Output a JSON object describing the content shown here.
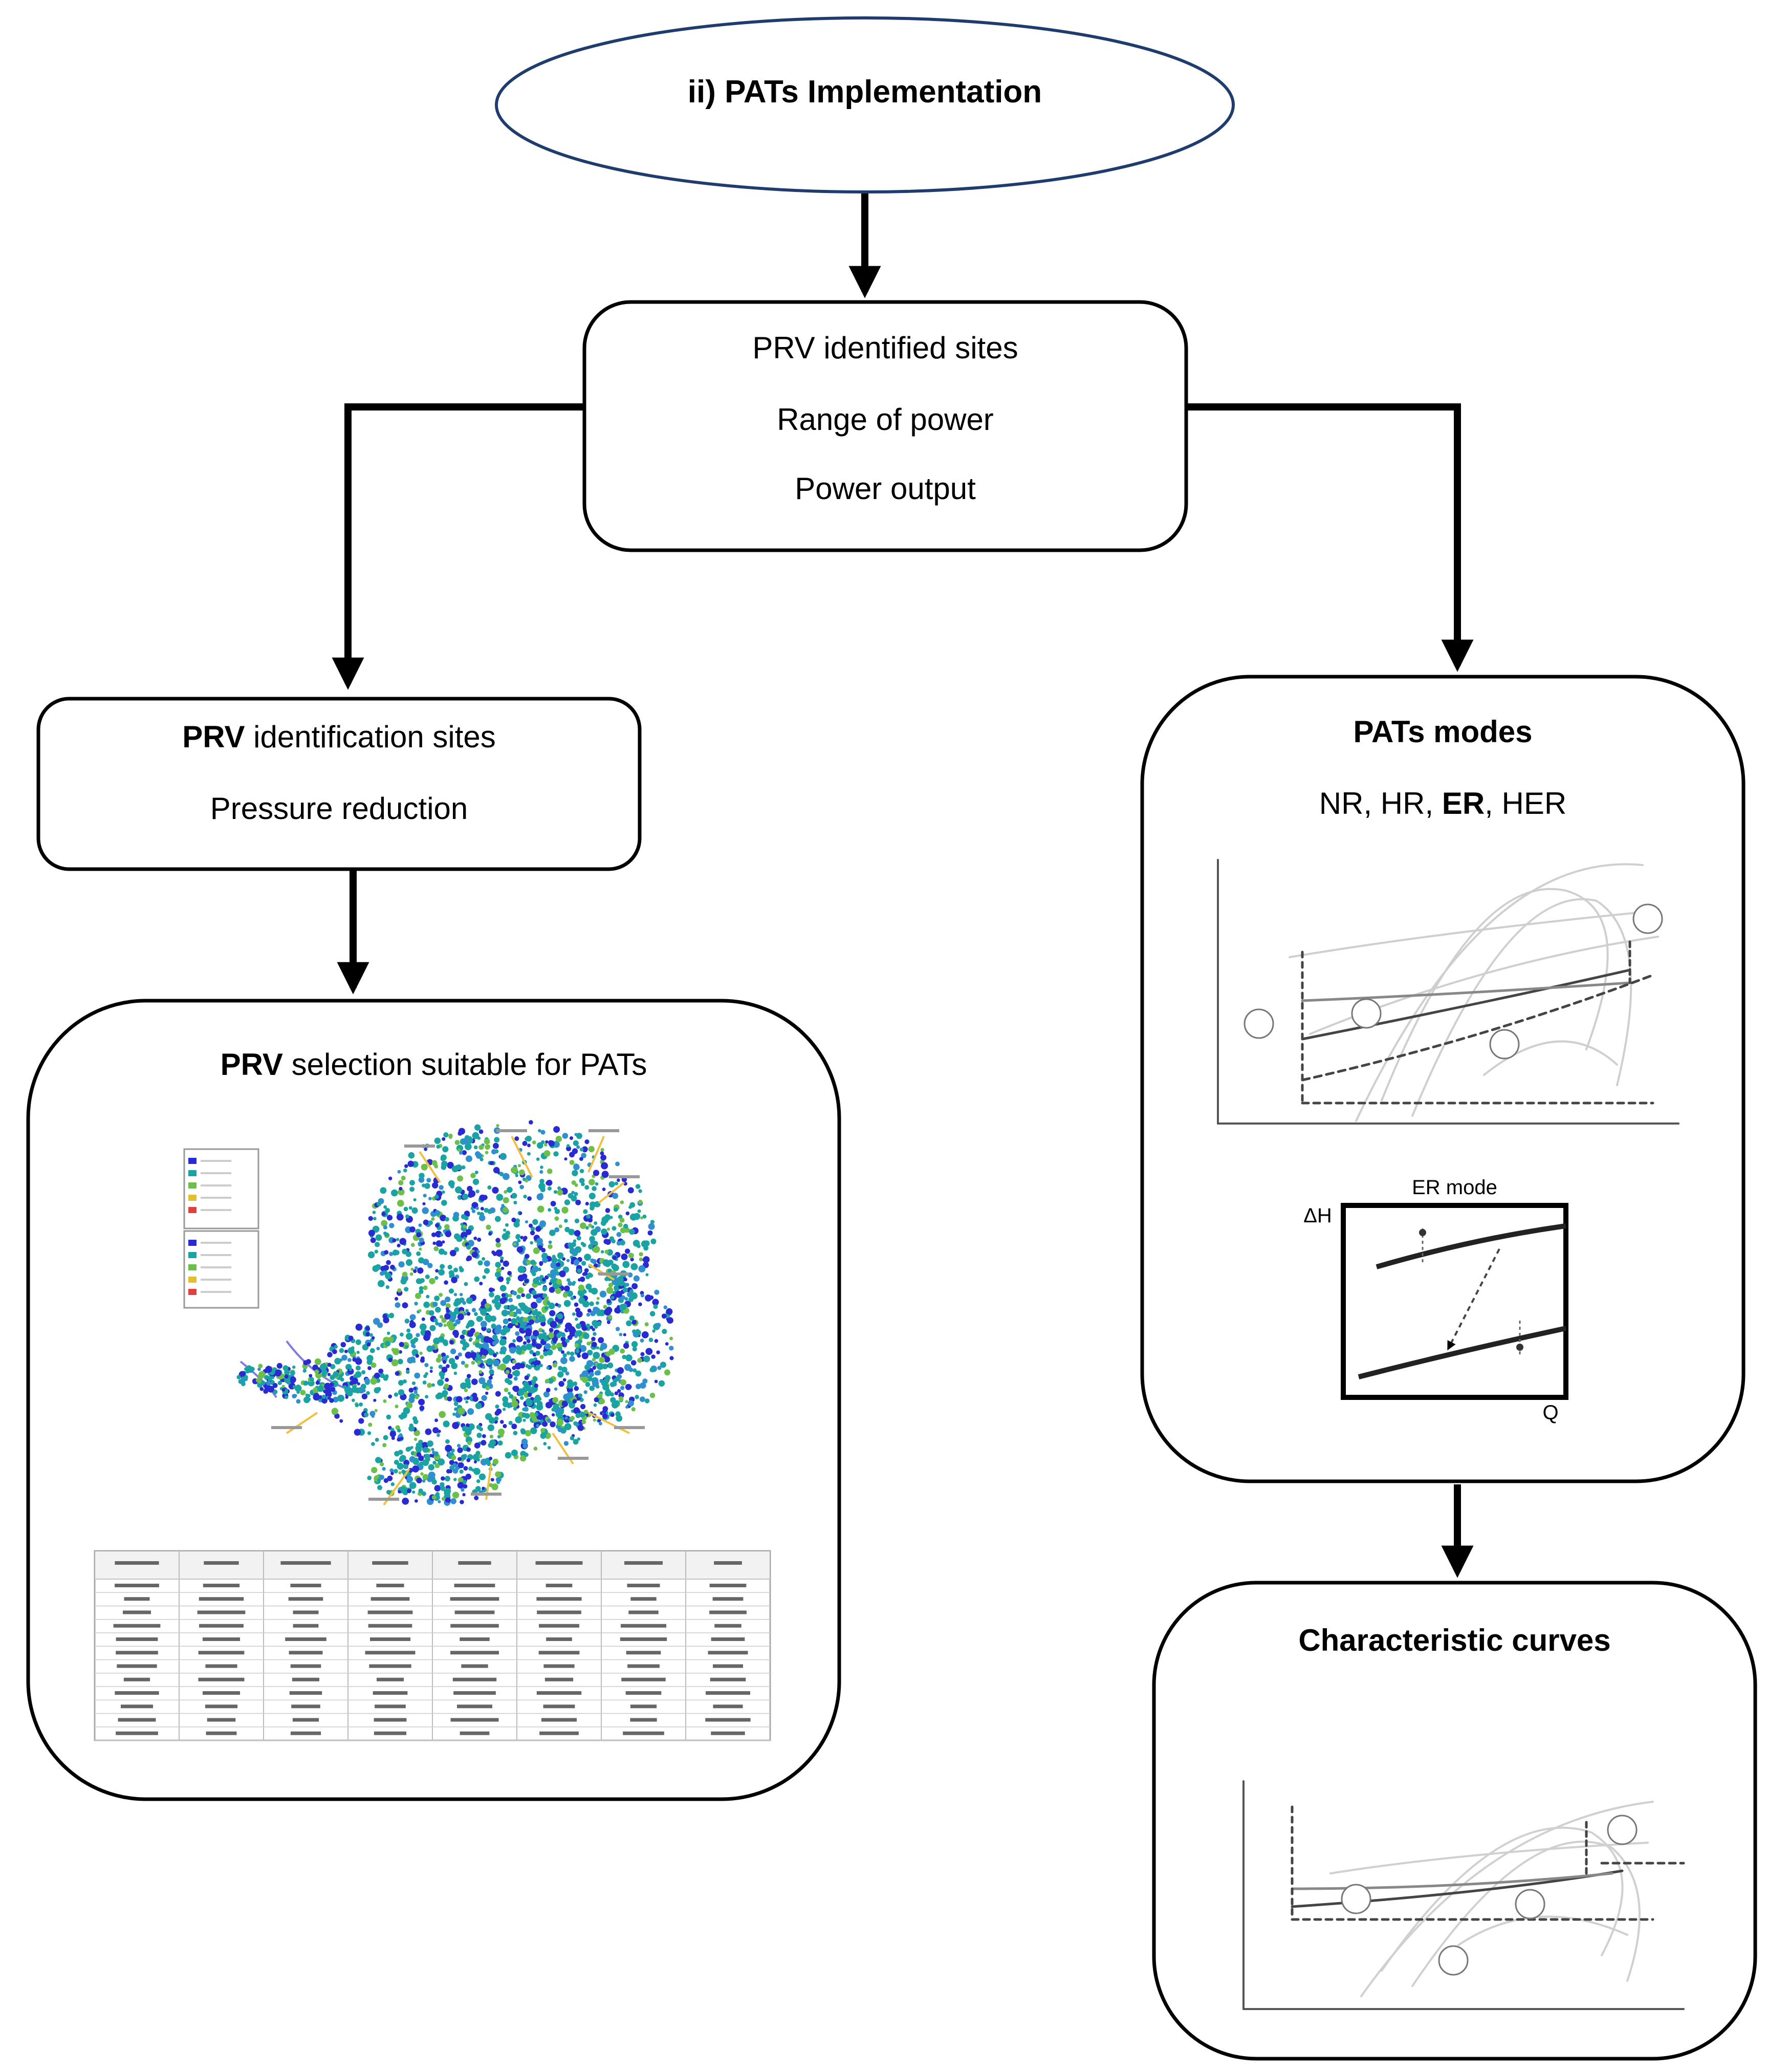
{
  "start": {
    "label": "ii) PATs Implementation"
  },
  "top_box": {
    "lines": [
      "PRV identified sites",
      "Range of power",
      "Power output"
    ]
  },
  "left_box": {
    "line1_bold": "PRV",
    "line1_rest": " identification sites",
    "line2": "Pressure reduction"
  },
  "selection_box": {
    "title_bold": "PRV",
    "title_rest": " selection suitable for PATs"
  },
  "modes_box": {
    "title": "PATs modes",
    "modes_parts": [
      "NR, HR, ",
      "ER",
      ", HER"
    ],
    "er_chart": {
      "title": "ER mode",
      "y_label": "ΔH",
      "x_label": "Q"
    }
  },
  "curves_box": {
    "title": "Characteristic curves"
  },
  "colors": {
    "stroke": "#000000",
    "ellipse_stroke": "#1f3c6e",
    "pressure_dot": "#1aa3a3",
    "network_blue": "#2a2ad4"
  },
  "icons": [
    "network-map-thumbnail",
    "valve-table-thumbnail",
    "mode-curves-thumbnail"
  ]
}
